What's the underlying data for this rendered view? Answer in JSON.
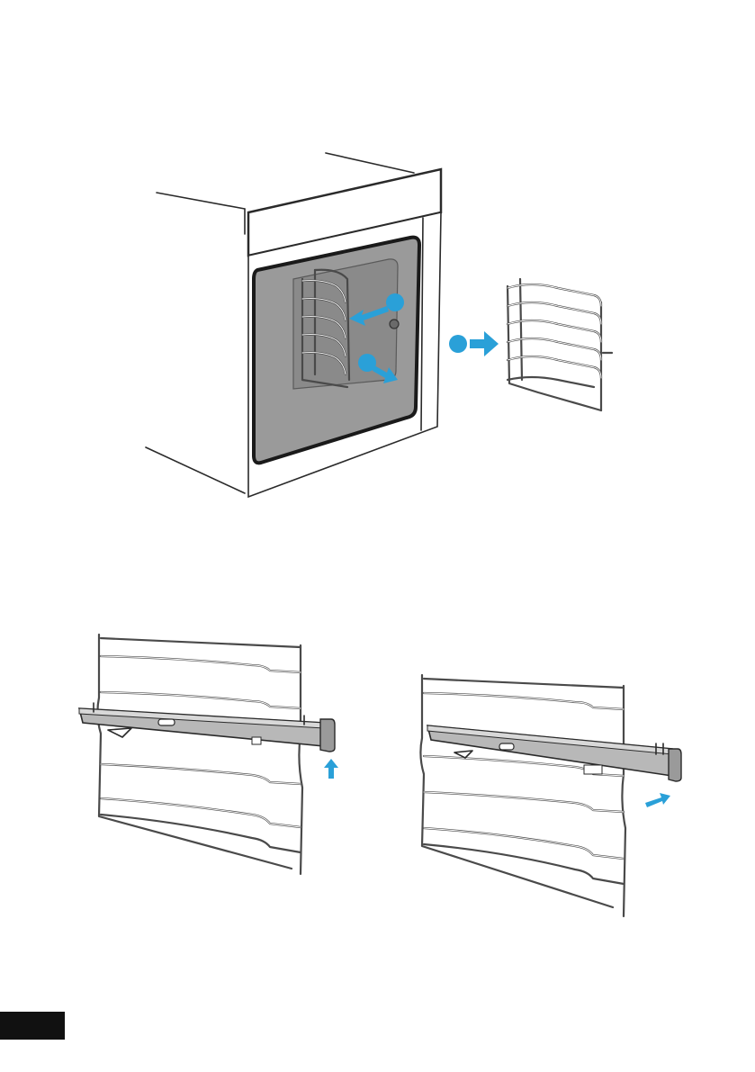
{
  "colors": {
    "accent": "#2aa0d8",
    "oven_interior": "#9a9a9a",
    "rail_fill": "#b8b8b8",
    "page_tab": "#111111"
  },
  "illustrations": [
    {
      "id": "oven",
      "markers": [
        "marker-1",
        "marker-2",
        "marker-3"
      ],
      "arrows": [
        "arrow-remove-top",
        "arrow-remove-bottom",
        "arrow-take-out"
      ]
    },
    {
      "id": "rail-a",
      "arrows": [
        "arrow-up"
      ]
    },
    {
      "id": "rail-b",
      "arrows": [
        "arrow-push-in"
      ]
    }
  ]
}
